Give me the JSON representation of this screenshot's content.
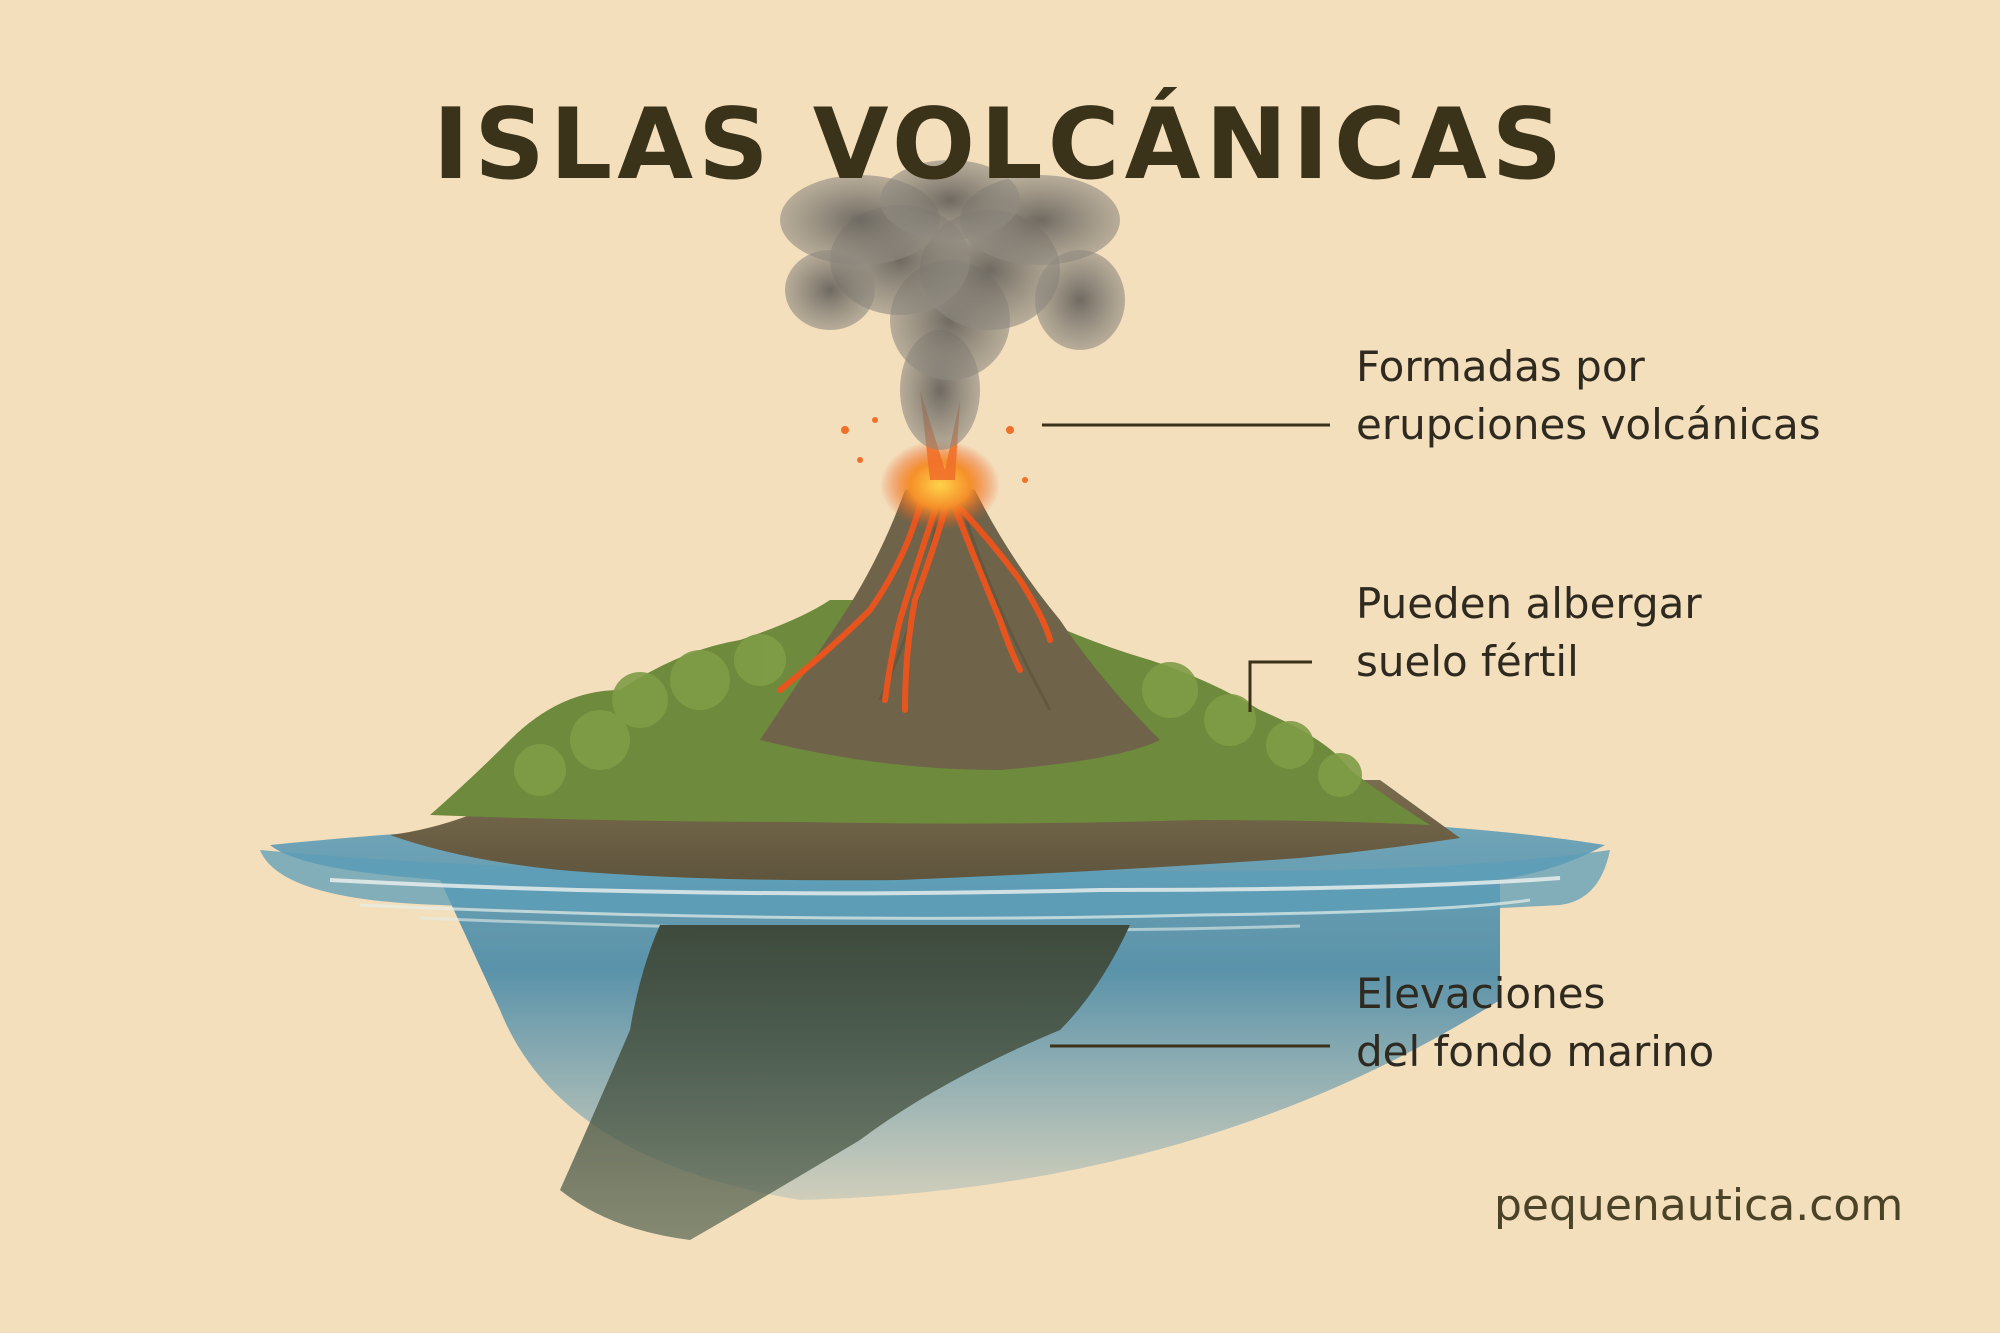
{
  "title": "ISLAS VOLCÁNICAS",
  "labels": [
    {
      "line1": "Formadas por",
      "line2": "erupciones volcánicas"
    },
    {
      "line1": "Pueden albergar",
      "line2": "suelo fértil"
    },
    {
      "line1": "Elevaciones",
      "line2": "del fondo marino"
    }
  ],
  "website": "pequenautica.com",
  "colors": {
    "background": "#f4dfbd",
    "title": "#3a3219",
    "text": "#2f2a20",
    "smoke": "#7b766c",
    "lava": "#e8541e",
    "vegetation": "#6e8a3c",
    "rock": "#6c6043",
    "water": "#3f85a6",
    "underwater_rock": "#4b5a4a"
  },
  "icons": {
    "volcano": "volcano-illustration",
    "smoke": "smoke-cloud-icon",
    "lava": "lava-flow-icon",
    "water": "ocean-water-icon"
  }
}
